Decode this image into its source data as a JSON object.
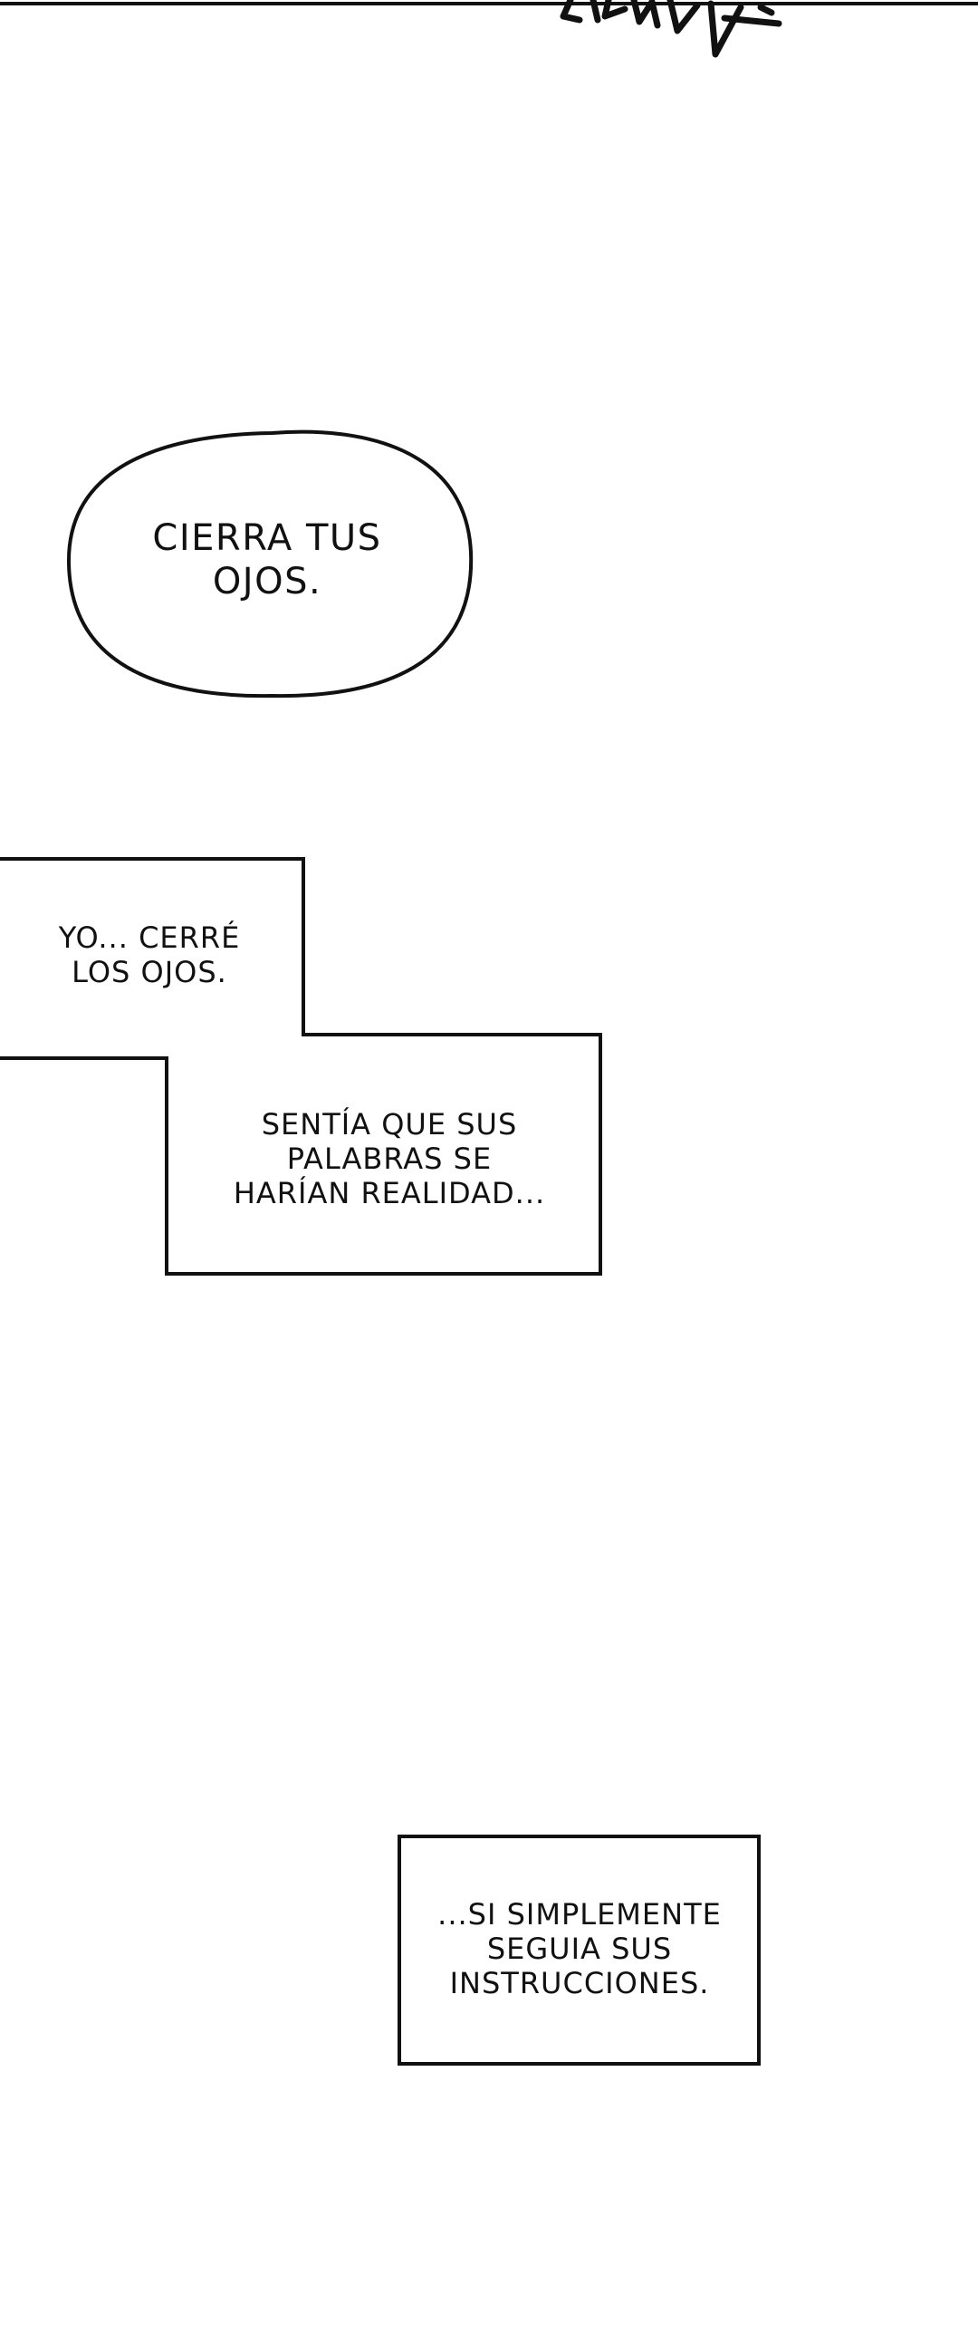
{
  "sound_effect": {
    "text": "C-DINK"
  },
  "speech_bubble": {
    "text": "CIERRA TUS\nOJOS."
  },
  "narration_boxes": [
    {
      "text": "YO... CERRÉ\nLOS OJOS."
    },
    {
      "text": "SENTÍA QUE SUS\nPALABRAS SE\nHARÍAN REALIDAD..."
    },
    {
      "text": "...SI SIMPLEMENTE\nSEGUIA SUS\nINSTRUCCIONES."
    }
  ],
  "colors": {
    "background": "#ffffff",
    "ink": "#111111"
  }
}
